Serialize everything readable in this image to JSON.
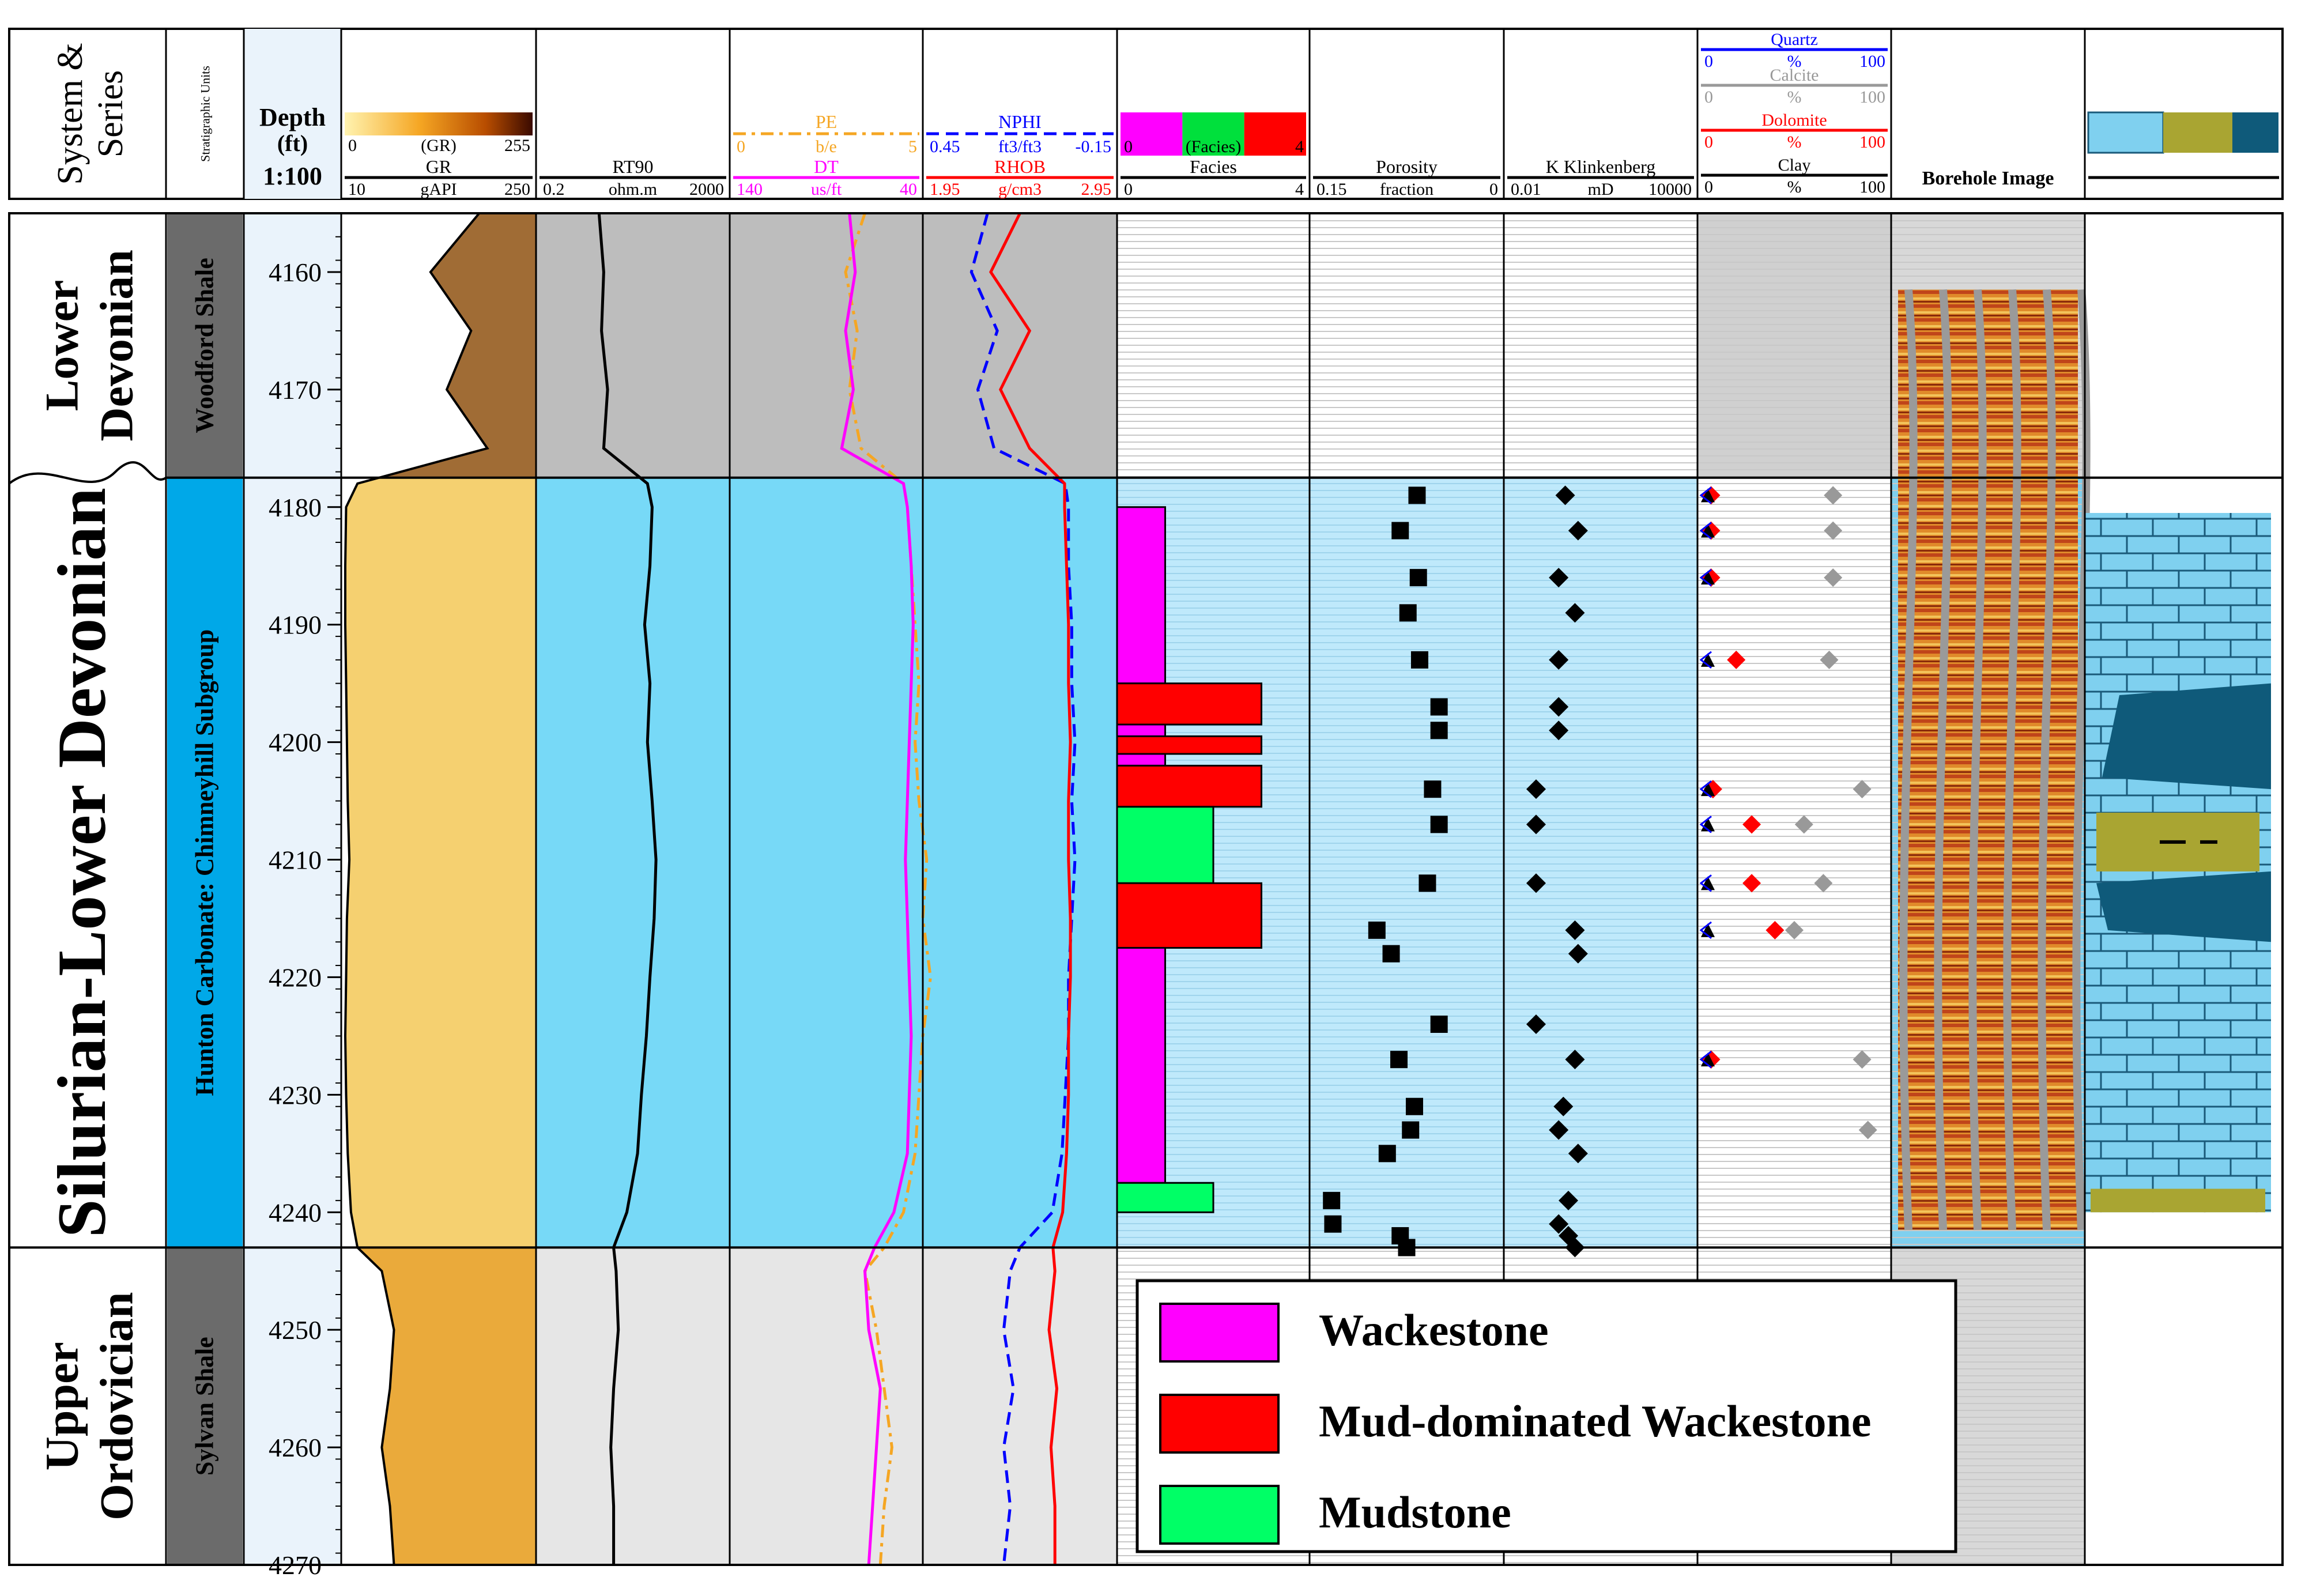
{
  "header": {
    "system_series": [
      "System &",
      "Series"
    ],
    "strat_units": "Stratigraphic Units",
    "depth": [
      "Depth",
      "(ft)",
      "1:100"
    ],
    "borehole_image": "Borehole Image"
  },
  "tracks": {
    "gr": {
      "shade_label": "(GR)",
      "shade_min": "0",
      "shade_max": "255",
      "name": "GR",
      "min": "10",
      "unit": "gAPI",
      "max": "250"
    },
    "rt90": {
      "name": "RT90",
      "min": "0.2",
      "unit": "ohm.m",
      "max": "2000"
    },
    "pe": {
      "name": "PE",
      "min": "0",
      "unit": "b/e",
      "max": "5",
      "color": "#f5a623"
    },
    "dt": {
      "name": "DT",
      "min": "140",
      "unit": "us/ft",
      "max": "40",
      "color": "#ff00ff"
    },
    "nphi": {
      "name": "NPHI",
      "min": "0.45",
      "unit": "ft3/ft3",
      "max": "-0.15",
      "color": "#0000ff"
    },
    "rhob": {
      "name": "RHOB",
      "min": "1.95",
      "unit": "g/cm3",
      "max": "2.95",
      "color": "#ff0000"
    },
    "facies": {
      "shade_label": "(Facies)",
      "shade_min": "0",
      "shade_max": "4",
      "name": "Facies",
      "min": "0",
      "max": "4"
    },
    "porosity": {
      "name": "Porosity",
      "min": "0.15",
      "unit": "fraction",
      "max": "0"
    },
    "perm": {
      "name": "K Klinkenberg",
      "min": "0.01",
      "unit": "mD",
      "max": "10000"
    },
    "quartz": {
      "name": "Quartz",
      "min": "0",
      "unit": "%",
      "max": "100",
      "color": "#0000ff"
    },
    "calcite": {
      "name": "Calcite",
      "min": "0",
      "unit": "%",
      "max": "100",
      "color": "#999999"
    },
    "dolomite": {
      "name": "Dolomite",
      "min": "0",
      "unit": "%",
      "max": "100",
      "color": "#ff0000"
    },
    "clay": {
      "name": "Clay",
      "min": "0",
      "unit": "%",
      "max": "100",
      "color": "#000000"
    }
  },
  "zones": [
    {
      "system": [
        "Lower",
        "Devonian"
      ],
      "unit": "Woodford Shale",
      "top": 4155,
      "base": 4177.5
    },
    {
      "system": [
        "Silurian-Lower Devonian"
      ],
      "unit": "Hunton Carbonate: Chimneyhill Subgroup",
      "top": 4177.5,
      "base": 4243
    },
    {
      "system": [
        "Upper",
        "Ordovician"
      ],
      "unit": "Sylvan Shale",
      "top": 4243,
      "base": 4270
    }
  ],
  "legend": [
    {
      "label": "Wackestone",
      "color": "#ff00ff"
    },
    {
      "label": "Mud-dominated Wackestone",
      "color": "#ff0000"
    },
    {
      "label": "Mudstone",
      "color": "#00ff66"
    }
  ],
  "chart_data": {
    "type": "line",
    "y_axis": {
      "label": "Depth (ft)",
      "range": [
        4155,
        4270
      ],
      "ticks": [
        4160,
        4170,
        4180,
        4190,
        4200,
        4210,
        4220,
        4230,
        4240,
        4250,
        4260,
        4270
      ]
    },
    "depth": [
      4155,
      4160,
      4165,
      4170,
      4175,
      4178,
      4180,
      4185,
      4190,
      4195,
      4200,
      4205,
      4210,
      4215,
      4220,
      4225,
      4230,
      4235,
      4240,
      4243,
      4245,
      4250,
      4255,
      4260,
      4265,
      4270
    ],
    "series": [
      {
        "name": "GR",
        "unit": "gAPI",
        "values": [
          180,
          120,
          170,
          140,
          190,
          30,
          16,
          15,
          15,
          16,
          17,
          18,
          20,
          17,
          16,
          15,
          16,
          18,
          22,
          30,
          60,
          75,
          70,
          60,
          70,
          75
        ]
      },
      {
        "name": "RT90",
        "unit": "ohm.m",
        "values": [
          4,
          5,
          4.5,
          6,
          5,
          40,
          50,
          45,
          35,
          45,
          40,
          50,
          60,
          55,
          45,
          38,
          30,
          25,
          15,
          8,
          9,
          10,
          8,
          7,
          8,
          8
        ]
      },
      {
        "name": "PE",
        "unit": "b/e",
        "values": [
          3.5,
          3.0,
          3.3,
          3.1,
          3.4,
          4.5,
          4.6,
          4.7,
          4.8,
          4.9,
          4.8,
          4.9,
          5.1,
          5.0,
          5.2,
          5.0,
          4.9,
          4.8,
          4.5,
          4.0,
          3.5,
          3.8,
          4.0,
          4.2,
          4.0,
          3.9
        ]
      },
      {
        "name": "DT",
        "unit": "us/ft",
        "values": [
          78,
          75,
          80,
          76,
          82,
          50,
          48,
          46,
          45,
          46,
          47,
          48,
          49,
          48,
          47,
          46,
          47,
          48,
          55,
          65,
          70,
          68,
          62,
          64,
          66,
          68
        ]
      },
      {
        "name": "NPHI",
        "unit": "ft3/ft3",
        "values": [
          0.25,
          0.3,
          0.22,
          0.28,
          0.23,
          0.01,
          0.0,
          0.0,
          -0.01,
          -0.01,
          -0.02,
          -0.01,
          -0.02,
          -0.01,
          0.0,
          0.0,
          0.01,
          0.02,
          0.05,
          0.15,
          0.18,
          0.2,
          0.17,
          0.2,
          0.18,
          0.2
        ]
      },
      {
        "name": "RHOB",
        "unit": "g/cm3",
        "values": [
          2.45,
          2.3,
          2.5,
          2.35,
          2.5,
          2.68,
          2.68,
          2.69,
          2.7,
          2.7,
          2.71,
          2.7,
          2.7,
          2.71,
          2.71,
          2.7,
          2.7,
          2.69,
          2.67,
          2.62,
          2.63,
          2.6,
          2.64,
          2.61,
          2.63,
          2.63
        ]
      }
    ],
    "facies_intervals": [
      {
        "top": 4180,
        "base": 4195,
        "facies": "Wackestone",
        "value": 1
      },
      {
        "top": 4195,
        "base": 4198.5,
        "facies": "Mud-dominated Wackestone",
        "value": 3
      },
      {
        "top": 4198.5,
        "base": 4199.5,
        "facies": "Wackestone",
        "value": 1
      },
      {
        "top": 4199.5,
        "base": 4201,
        "facies": "Mud-dominated Wackestone",
        "value": 3
      },
      {
        "top": 4201,
        "base": 4202,
        "facies": "Wackestone",
        "value": 1
      },
      {
        "top": 4202,
        "base": 4205.5,
        "facies": "Mud-dominated Wackestone",
        "value": 3
      },
      {
        "top": 4205.5,
        "base": 4212,
        "facies": "Mudstone",
        "value": 2
      },
      {
        "top": 4212,
        "base": 4217.5,
        "facies": "Mud-dominated Wackestone",
        "value": 3
      },
      {
        "top": 4217.5,
        "base": 4237.5,
        "facies": "Wackestone",
        "value": 1
      },
      {
        "top": 4237.5,
        "base": 4240,
        "facies": "Mudstone",
        "value": 2
      }
    ],
    "core_samples": [
      {
        "depth": 4179,
        "porosity": 0.067,
        "perm": 0.8,
        "calcite": 70,
        "dolomite": 7
      },
      {
        "depth": 4182,
        "porosity": 0.08,
        "perm": 2,
        "calcite": 70,
        "dolomite": 7
      },
      {
        "depth": 4186,
        "porosity": 0.066,
        "perm": 0.5,
        "calcite": 70,
        "dolomite": 7
      },
      {
        "depth": 4189,
        "porosity": 0.074,
        "perm": 1.6
      },
      {
        "depth": 4193,
        "porosity": 0.065,
        "perm": 0.5,
        "calcite": 68,
        "dolomite": 20
      },
      {
        "depth": 4197,
        "porosity": 0.05,
        "perm": 0.5
      },
      {
        "depth": 4199,
        "porosity": 0.05,
        "perm": 0.5
      },
      {
        "depth": 4204,
        "porosity": 0.055,
        "perm": 0.1,
        "calcite": 85,
        "dolomite": 8
      },
      {
        "depth": 4207,
        "porosity": 0.05,
        "perm": 0.1,
        "calcite": 55,
        "dolomite": 28
      },
      {
        "depth": 4212,
        "porosity": 0.059,
        "perm": 0.1,
        "calcite": 65,
        "dolomite": 28
      },
      {
        "depth": 4216,
        "porosity": 0.098,
        "perm": 1.6,
        "calcite": 50,
        "dolomite": 40
      },
      {
        "depth": 4218,
        "porosity": 0.087,
        "perm": 2
      },
      {
        "depth": 4224,
        "porosity": 0.05,
        "perm": 0.1
      },
      {
        "depth": 4227,
        "porosity": 0.081,
        "perm": 1.6,
        "calcite": 85,
        "dolomite": 7
      },
      {
        "depth": 4231,
        "porosity": 0.069,
        "perm": 0.7
      },
      {
        "depth": 4233,
        "porosity": 0.072,
        "perm": 0.5,
        "calcite": 88
      },
      {
        "depth": 4235,
        "porosity": 0.09,
        "perm": 2
      },
      {
        "depth": 4239,
        "porosity": 0.133,
        "perm": 1
      },
      {
        "depth": 4241,
        "porosity": 0.132,
        "perm": 0.5
      },
      {
        "depth": 4242,
        "porosity": 0.08,
        "perm": 1
      },
      {
        "depth": 4243,
        "porosity": 0.075,
        "perm": 1.6
      }
    ]
  }
}
